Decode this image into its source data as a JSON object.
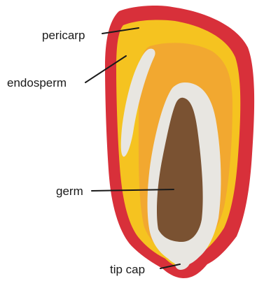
{
  "labels": {
    "pericarp": "pericarp",
    "endosperm": "endosperm",
    "germ": "germ",
    "tip_cap": "tip cap"
  },
  "colors": {
    "pericarp": "#d8303a",
    "endosperm_outer": "#f5c320",
    "endosperm_inner": "#f2a830",
    "floury_endosperm": "#e8e6e1",
    "germ": "#7a5232",
    "text": "#1a1a1a"
  }
}
